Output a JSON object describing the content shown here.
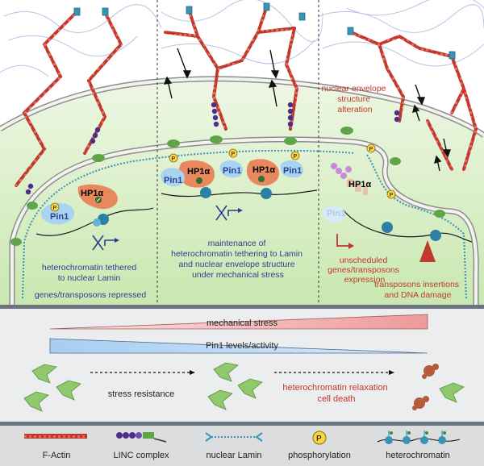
{
  "panel1": {
    "pin1": "Pin1",
    "hp1a": "HP1α",
    "caption_line1": "heterochromatin tethered",
    "caption_line2": "to nuclear Lamin",
    "caption_line3": "genes/transposons repressed"
  },
  "panel2": {
    "pin1": "Pin1",
    "hp1a": "HP1α",
    "caption_line1": "maintenance of",
    "caption_line2": "heterochromatin tethering to Lamin",
    "caption_line3": "and nuclear envelope structure",
    "caption_line4": "under mechanical stress"
  },
  "panel3": {
    "pin1": "Pin1",
    "hp1a": "HP1α",
    "alteration_line1": "nuclear envelope",
    "alteration_line2": "structure",
    "alteration_line3": "alteration",
    "unscheduled_line1": "unscheduled",
    "unscheduled_line2": "genes/transposons",
    "unscheduled_line3": "expression",
    "damage_line1": "transposons insertions",
    "damage_line2": "and DNA damage"
  },
  "phospho_symbol": "P",
  "middle": {
    "mechanical_stress": "mechanical stress",
    "pin1_levels": "Pin1 levels/activity",
    "stress_resistance": "stress resistance",
    "relaxation_line1": "heterochromatin relaxation",
    "relaxation_line2": "cell death"
  },
  "legend": {
    "factin": "F-Actin",
    "linc": "LINC complex",
    "lamin": "nuclear Lamin",
    "phospho": "phosphorylation",
    "heterochromatin": "heterochromatin"
  },
  "colors": {
    "factin": "#c0392b",
    "lamin": "#3a93b4",
    "pin1_blob": "#a8d4f2",
    "hp1a_blob": "#e9875e",
    "text_blue": "#2c3e91",
    "text_red": "#c0392b",
    "stress_wedge": "#f2a8a8",
    "pin1_wedge": "#b9d8f0"
  }
}
